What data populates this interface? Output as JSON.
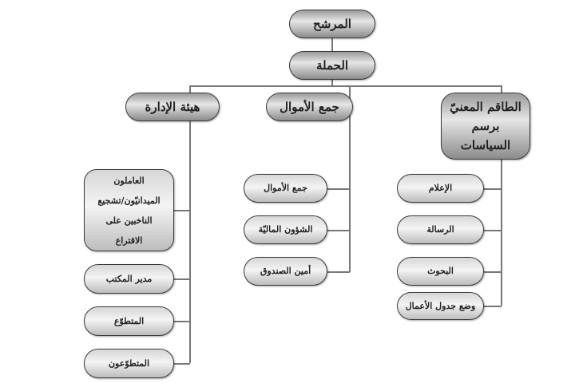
{
  "root": "المرشح",
  "campaign": "الحملة",
  "branches": [
    {
      "title": "هيئة الإدارة",
      "children": [
        "العاملون الميدانيّون/تشجيع الناخبين على الاقتراع",
        "مدير المكتب",
        "المتطوّع",
        "المتطوّعون"
      ]
    },
    {
      "title": "جمع الأموال",
      "children": [
        "جمع الأموال",
        "الشؤون الماليّة",
        "أمين الصندوق"
      ]
    },
    {
      "title": "الطاقم المعنيّ برسم السياسات",
      "children": [
        "الإعلام",
        "الرسالة",
        "البحوث",
        "وضع جدول الأعمال"
      ]
    }
  ]
}
